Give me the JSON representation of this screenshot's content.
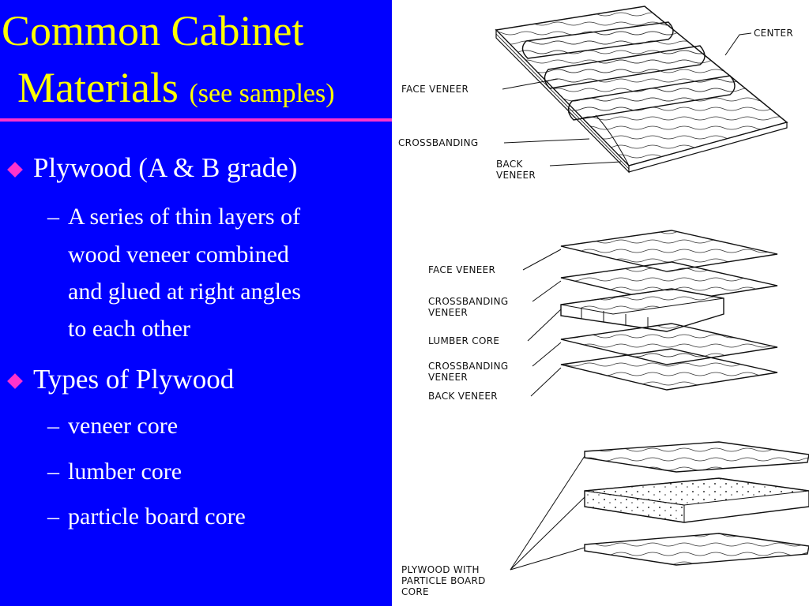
{
  "slide": {
    "title": {
      "line1": "Common Cabinet",
      "line2": "Materials",
      "line2_small": "(see samples)"
    },
    "bullets": [
      {
        "text": "Plywood (A & B grade)",
        "sub": [
          "A series of thin layers of",
          "wood veneer combined",
          "and glued at right angles",
          "to each other"
        ]
      },
      {
        "text": "Types of Plywood",
        "sub": [
          "veneer core",
          "lumber core",
          "particle board core"
        ]
      }
    ],
    "sub_dash": "–",
    "colors": {
      "background": "#0000ff",
      "title": "#ffff00",
      "text": "#ffffff",
      "accent": "#ff33cc"
    }
  },
  "figures": {
    "veneer_core": {
      "center": "CENTER",
      "face": "FACE VENEER",
      "cross": "CROSSBANDING",
      "back1": "BACK",
      "back2": "VENEER"
    },
    "lumber_core": {
      "face": "FACE VENEER",
      "cross1a": "CROSSBANDING",
      "cross1b": "VENEER",
      "core": "LUMBER CORE",
      "cross2a": "CROSSBANDING",
      "cross2b": "VENEER",
      "back": "BACK VENEER"
    },
    "particle_core": {
      "line1": "PLYWOOD WITH",
      "line2": "PARTICLE BOARD",
      "line3": "CORE"
    }
  }
}
